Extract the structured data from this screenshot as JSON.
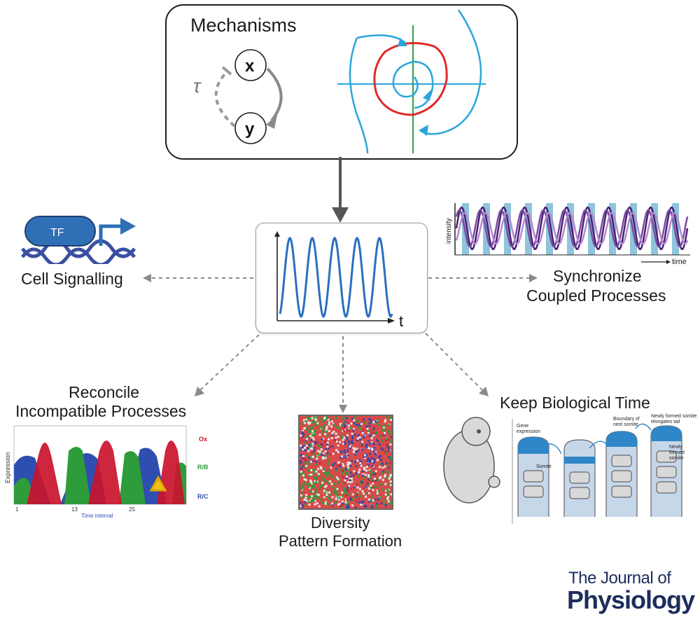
{
  "mechanisms": {
    "title": "Mechanisms",
    "node_x": "x",
    "node_y": "y",
    "delay_symbol": "τ"
  },
  "center": {
    "t_label": "t"
  },
  "cell_signalling": {
    "label": "Cell Signalling",
    "tf_label": "TF"
  },
  "synchronize": {
    "line1": "Synchronize",
    "line2": "Coupled Processes",
    "y_axis": "intensity",
    "x_axis": "time"
  },
  "reconcile": {
    "line1": "Reconcile",
    "line2": "Incompatible Processes",
    "y_axis": "Expression",
    "x_axis": "Time interval",
    "ticks": [
      "1",
      "13",
      "25"
    ],
    "legend": [
      "Ox",
      "R/B",
      "R/C"
    ],
    "colors": {
      "ox": "#c9142c",
      "rb": "#2e9c3a",
      "rc": "#2f4fb0"
    }
  },
  "diversity": {
    "line1": "Diversity",
    "line2": "Pattern Formation"
  },
  "keep_time": {
    "label": "Keep Biological Time",
    "gene_expression": [
      "Gene",
      "expression"
    ],
    "somite": "Somite",
    "boundary": [
      "Boundary of",
      "next somite"
    ],
    "newly_formed_tail": [
      "Newly formed somite",
      "elongates tail"
    ],
    "newly_formed": [
      "Newly",
      "formed",
      "somite"
    ]
  },
  "journal": {
    "line1": "The Journal of",
    "line2": "Physiology"
  },
  "colors": {
    "oscillation_blue": "#2a6fc0",
    "limit_cycle_red": "#e02a2a",
    "trajectory_blue": "#2aa6dc",
    "axis_green": "#2aa048",
    "tf_blue": "#2f6fb5",
    "dna_blue": "#3a4fa0",
    "arrow_gray": "#888888",
    "logo_navy": "#1d2d5c"
  }
}
